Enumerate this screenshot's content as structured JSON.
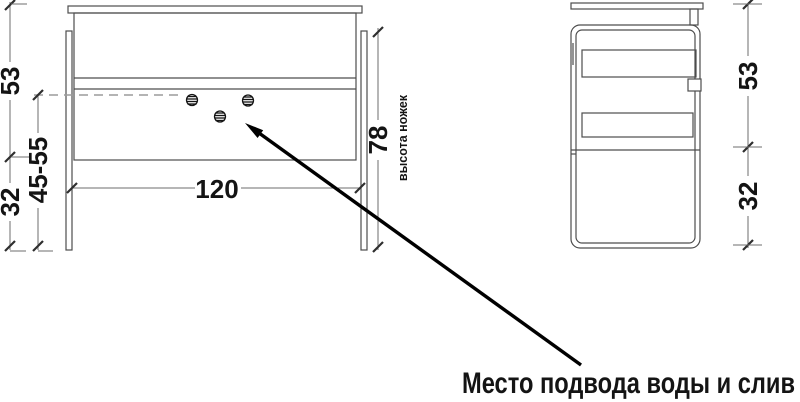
{
  "front_view": {
    "dim_top_height": "53",
    "dim_bottom_height": "32",
    "dim_connection_height": "45-55",
    "dim_width": "120",
    "dim_leg_height": "78",
    "dim_leg_caption": "высота ножек"
  },
  "side_view": {
    "dim_top_height": "53",
    "dim_bottom_height": "32"
  },
  "annotation": {
    "water_note": "Место подвода воды и слив"
  },
  "colors": {
    "line": "#4d4d4d",
    "dim": "#6e6e6e",
    "tick": "#2e2e2e",
    "text": "#141414",
    "dash": "#9c9c9c",
    "arrow": "#000000",
    "background": "#ffffff"
  }
}
